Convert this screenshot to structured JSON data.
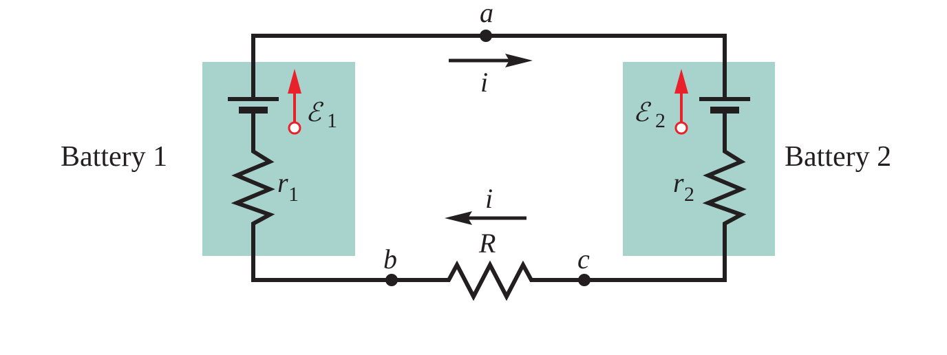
{
  "colors": {
    "wire": "#231f20",
    "battery_box": "#a8d3cc",
    "emf_arrow": "#e8212a",
    "background": "#ffffff"
  },
  "labels": {
    "battery1": "Battery 1",
    "battery2": "Battery 2",
    "node_a": "a",
    "node_b": "b",
    "node_c": "c",
    "current_top": "i",
    "current_bottom": "i",
    "resistor": "R",
    "emf1_symbol": "ℰ",
    "emf1_sub": "1",
    "emf2_symbol": "ℰ",
    "emf2_sub": "2",
    "r1_symbol": "r",
    "r1_sub": "1",
    "r2_symbol": "r",
    "r2_sub": "2"
  }
}
